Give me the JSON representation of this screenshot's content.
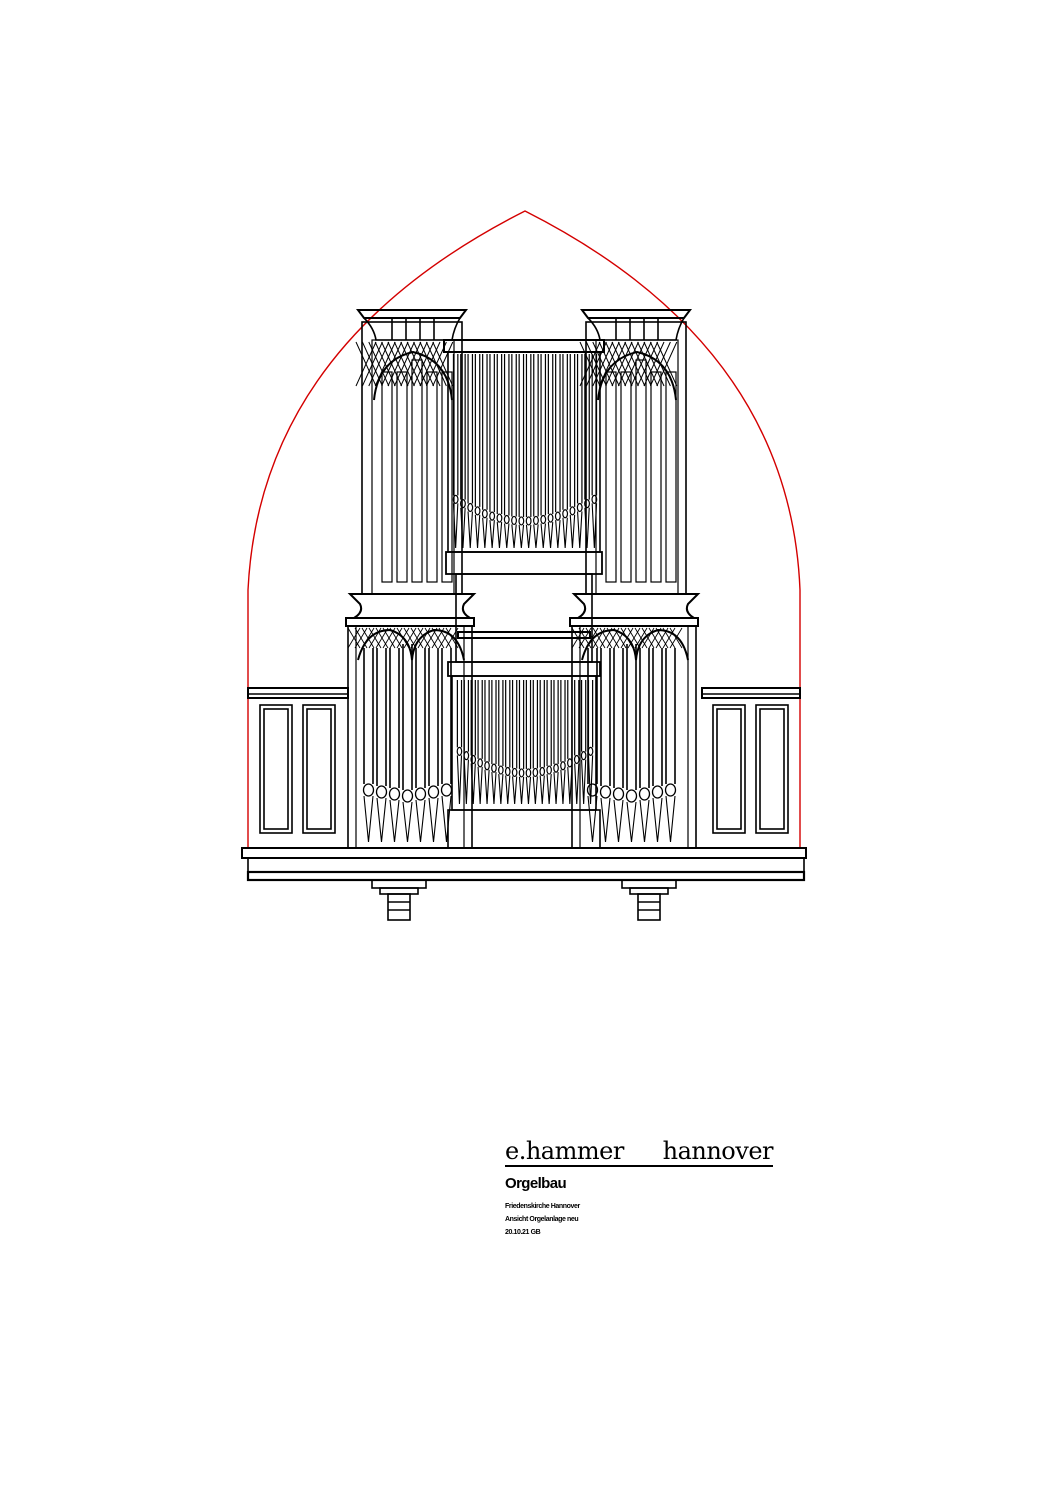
{
  "title_block": {
    "company_left": "e.hammer",
    "company_right": "hannover",
    "department": "Orgelbau",
    "lines": [
      "Friedenskirche Hannover",
      "Ansicht Orgelanlage neu",
      "20.10.21  GB"
    ]
  },
  "colors": {
    "outline": "#000000",
    "arch": "#d40000",
    "background": "#ffffff"
  }
}
